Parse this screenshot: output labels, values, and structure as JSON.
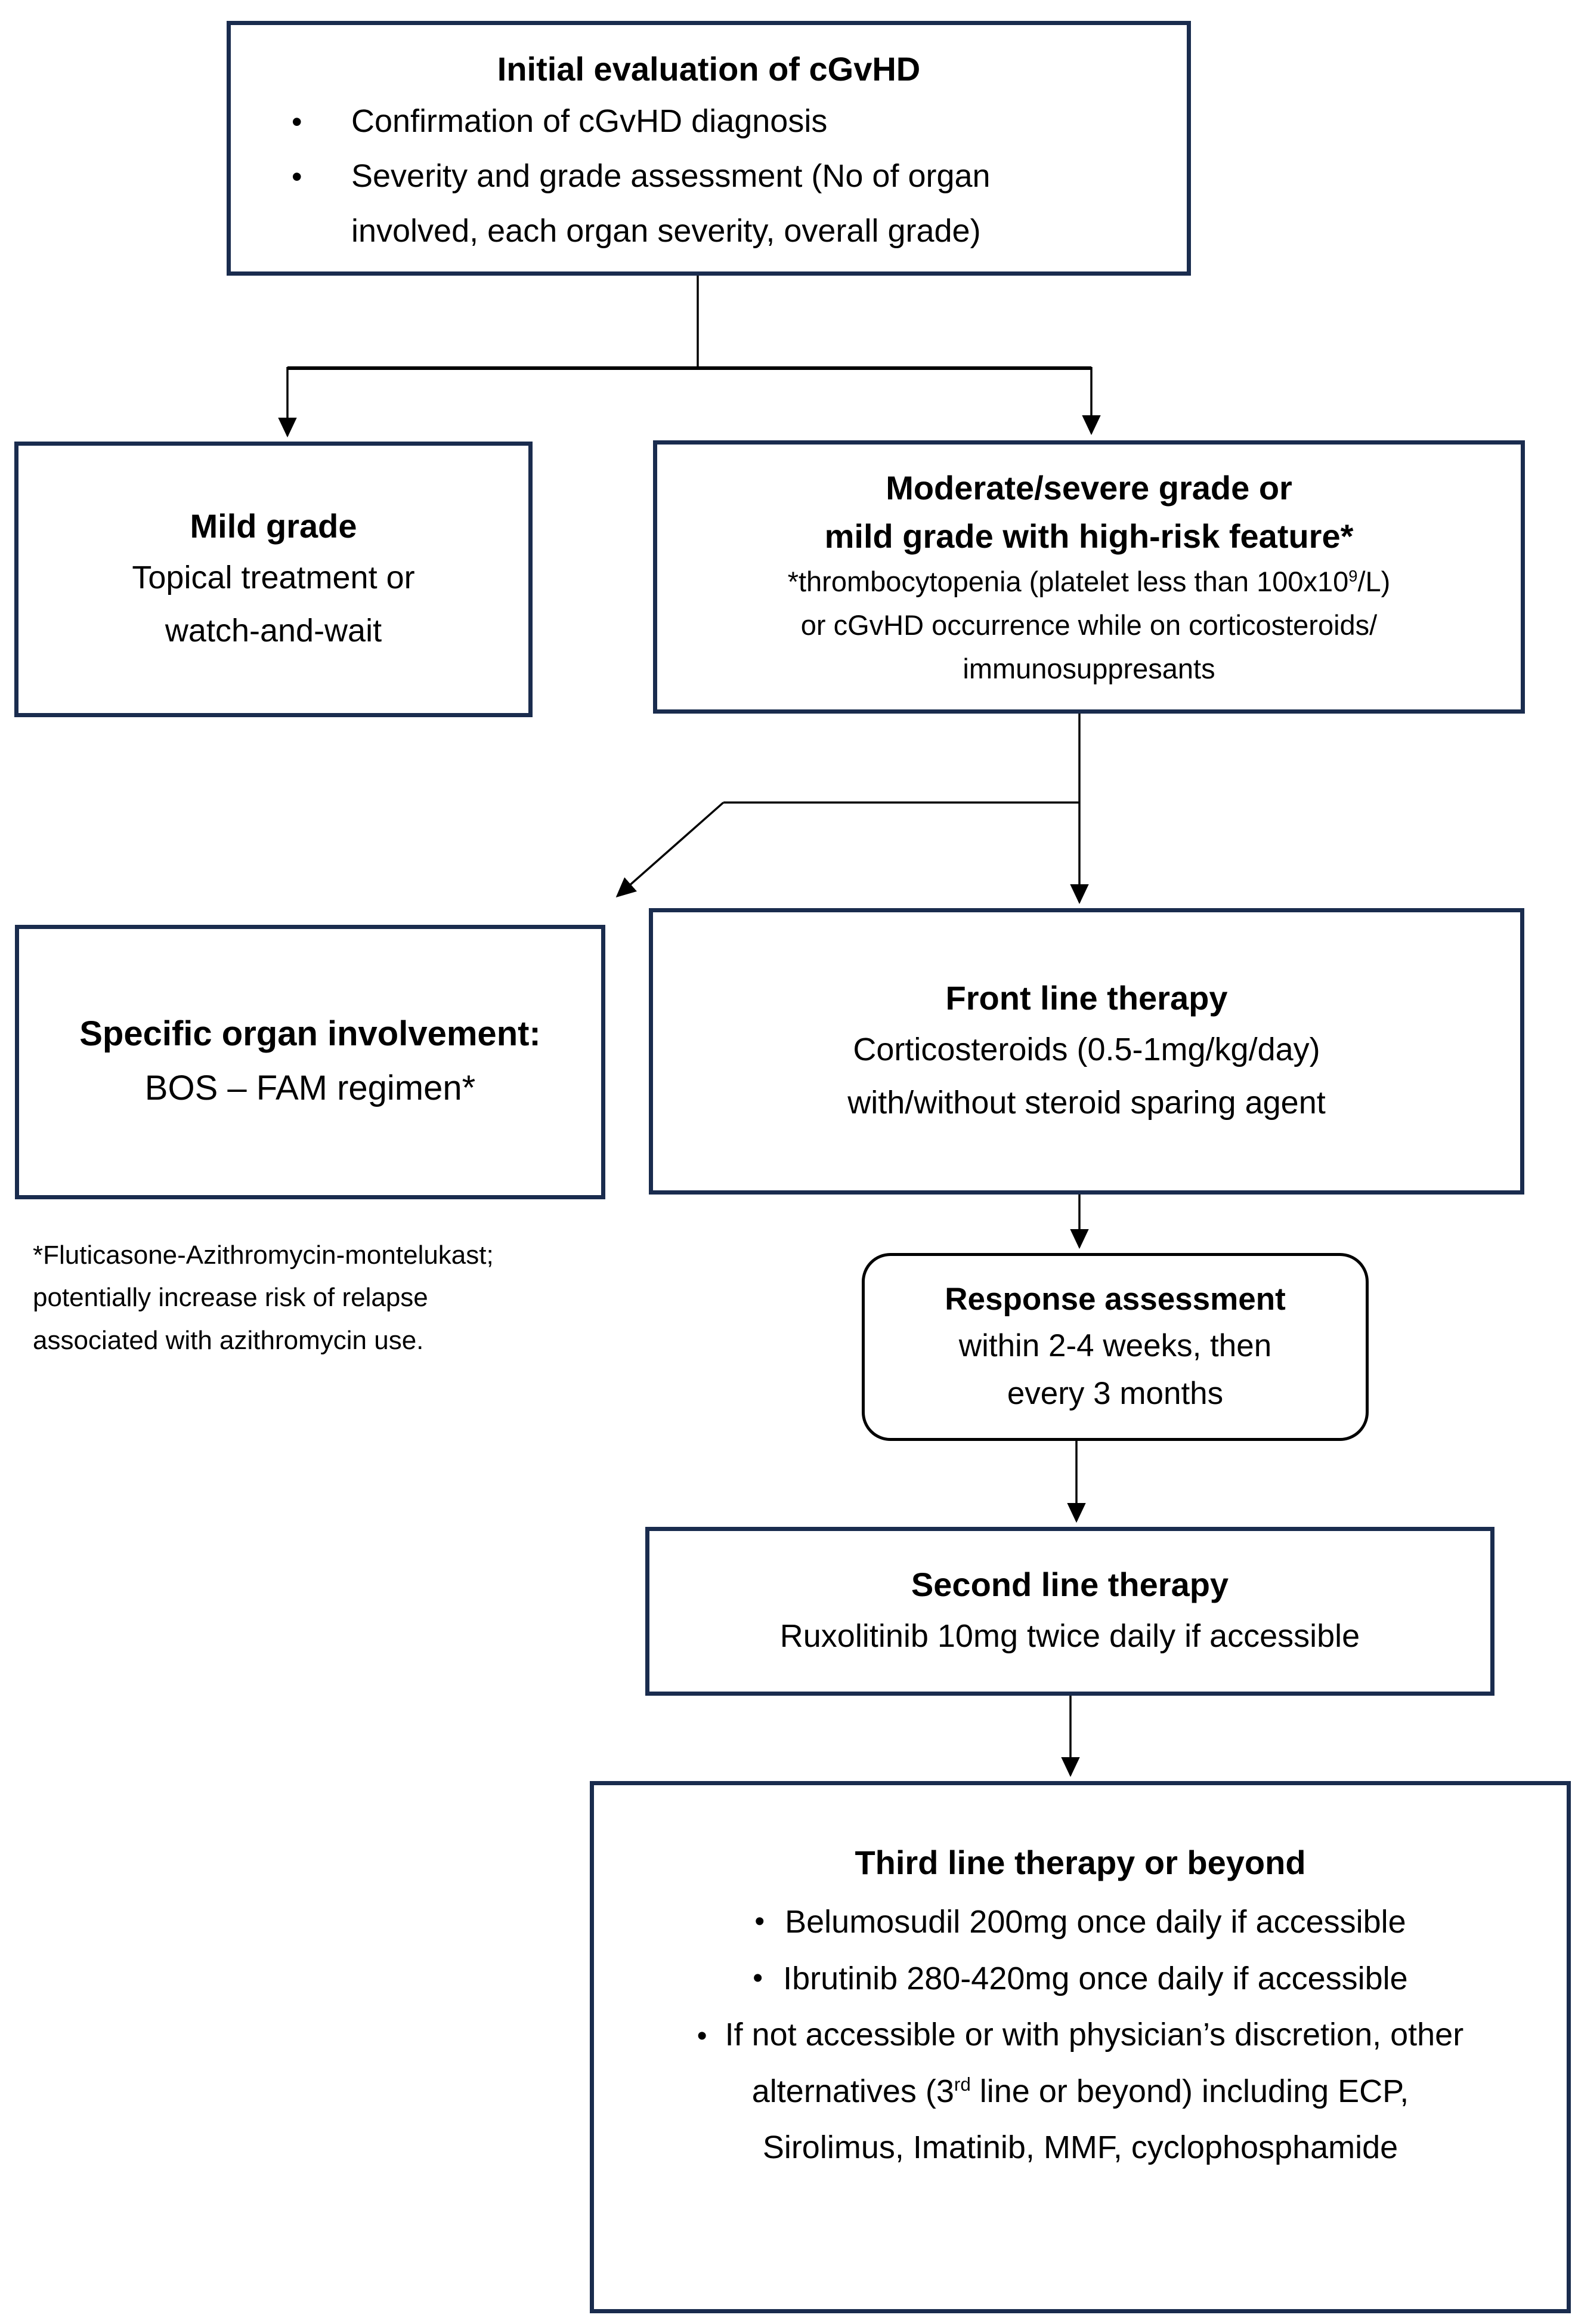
{
  "bullet_char": "•",
  "colors": {
    "box_border": "#1a2c4e",
    "response_border": "#000000",
    "arrow": "#000000",
    "text": "#000000",
    "background": "#ffffff"
  },
  "initial": {
    "title": "Initial evaluation of cGvHD",
    "bullets": [
      "Confirmation of cGvHD diagnosis",
      "Severity and grade assessment (No of organ involved, each organ severity, overall grade)"
    ]
  },
  "mild": {
    "title": "Mild grade",
    "lines": [
      "Topical treatment or",
      "watch-and-wait"
    ]
  },
  "moderate": {
    "title_lines": [
      "Moderate/severe grade or",
      "mild grade with high-risk feature*"
    ],
    "note1_pre": "*thrombocytopenia (platelet less than 100x10",
    "note1_sup": "9",
    "note1_post": "/L)",
    "note2": "or cGvHD occurrence while on corticosteroids/",
    "note3": "immunosuppresants"
  },
  "specific": {
    "title": "Specific organ involvement:",
    "body": "BOS – FAM regimen*"
  },
  "specific_footnote": {
    "lines": [
      "*Fluticasone-Azithromycin-montelukast;",
      "potentially increase risk of relapse",
      "associated with azithromycin use."
    ]
  },
  "frontline": {
    "title": "Front line therapy",
    "lines": [
      "Corticosteroids (0.5-1mg/kg/day)",
      "with/without steroid sparing agent"
    ]
  },
  "response": {
    "title": "Response assessment",
    "lines": [
      "within 2-4 weeks, then",
      "every 3 months"
    ]
  },
  "secondline": {
    "title": "Second line therapy",
    "body": "Ruxolitinib 10mg twice daily if accessible"
  },
  "thirdline": {
    "title": "Third line therapy or beyond",
    "bullet1": "Belumosudil 200mg once daily if accessible",
    "bullet2": "Ibrutinib 280-420mg once daily if accessible",
    "bullet3_pre": "If not accessible  or with physician’s discretion, other alternatives (3",
    "bullet3_sup": "rd",
    "bullet3_post": " line or beyond) including ECP, Sirolimus, Imatinib, MMF, cyclophosphamide"
  }
}
